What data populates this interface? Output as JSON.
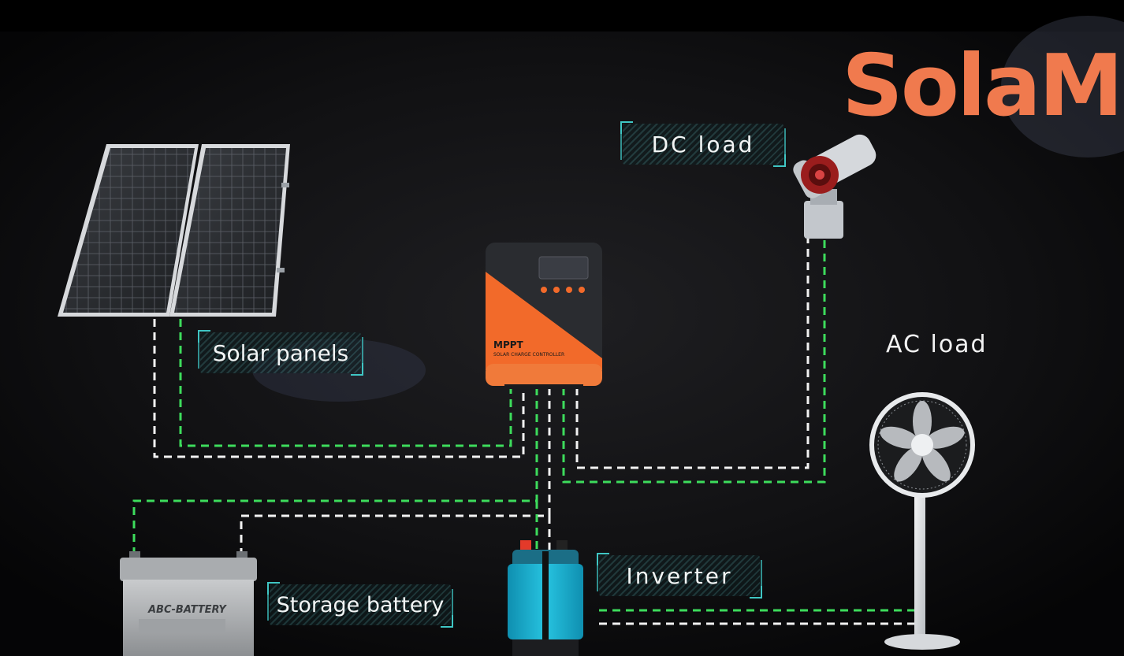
{
  "brand": {
    "name": "SolaMr"
  },
  "labels": {
    "dc_load": "DC load",
    "ac_load": "AC load",
    "solar_panels": "Solar panels",
    "inverter": "Inverter",
    "storage_battery": "Storage battery"
  },
  "controller": {
    "title": "MPPT",
    "subtitle": "SOLAR CHARGE CONTROLLER"
  },
  "battery": {
    "brand": "ABC-BATTERY"
  },
  "colors": {
    "brand": "#f07a4e",
    "wire_positive": "#3ddc5c",
    "wire_negative": "#f2f2f2",
    "tag_border": "#3fc6c4",
    "controller_orange": "#f26a2a"
  }
}
